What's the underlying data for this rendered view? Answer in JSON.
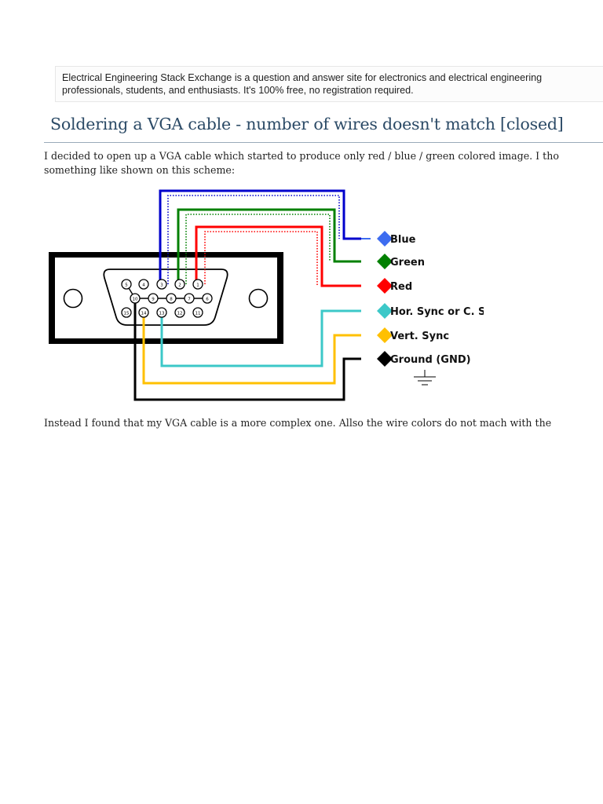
{
  "banner": {
    "line1": "Electrical Engineering Stack Exchange is a question and answer site for electronics and electrical engineering",
    "line2": "professionals, students, and enthusiasts. It's 100% free, no registration required."
  },
  "question": {
    "title": "Soldering a VGA cable - number of wires doesn't match [closed]",
    "body_line1": "I decided to open up a VGA cable which started to produce only red / blue / green colored image. I tho",
    "body_line2": "something like shown on this scheme:",
    "body_line3": "Instead I found that my VGA cable is a more complex one. Allso the wire colors do not mach with the"
  },
  "scheme": {
    "pins": [
      "5",
      "4",
      "3",
      "2",
      "1",
      "10",
      "9",
      "8",
      "7",
      "6",
      "15",
      "14",
      "13",
      "12",
      "11"
    ],
    "legend": [
      {
        "label": "Blue",
        "color": "#3d6cf0"
      },
      {
        "label": "Green",
        "color": "#008000"
      },
      {
        "label": "Red",
        "color": "#ff0000"
      },
      {
        "label": "Hor. Sync or C. S.",
        "color": "#3cc8c8"
      },
      {
        "label": "Vert. Sync",
        "color": "#ffc000"
      },
      {
        "label": "Ground (GND)",
        "color": "#000000"
      }
    ]
  }
}
